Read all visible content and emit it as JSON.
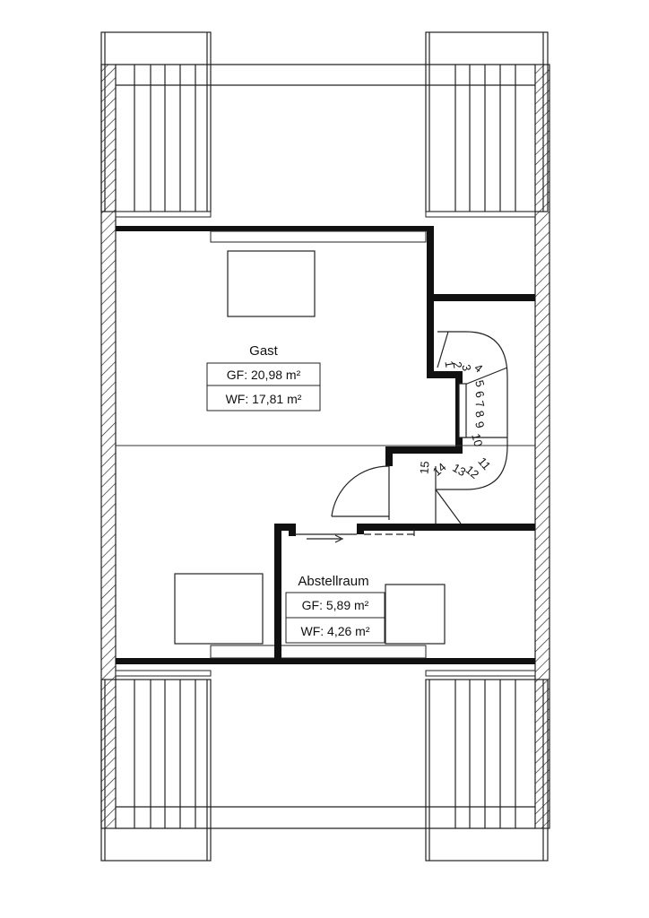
{
  "rooms": {
    "gast": {
      "name": "Gast",
      "gf": "GF: 20,98 m²",
      "wf": "WF: 17,81 m²"
    },
    "abstellraum": {
      "name": "Abstellraum",
      "gf": "GF: 5,89 m²",
      "wf": "WF: 4,26 m²"
    }
  },
  "stair_steps": [
    "1",
    "2",
    "3",
    "4",
    "5",
    "6",
    "7",
    "8",
    "9",
    "10",
    "11",
    "12",
    "13",
    "14",
    "15"
  ],
  "colors": {
    "wall": "#111111",
    "line": "#222222",
    "background": "#ffffff"
  }
}
